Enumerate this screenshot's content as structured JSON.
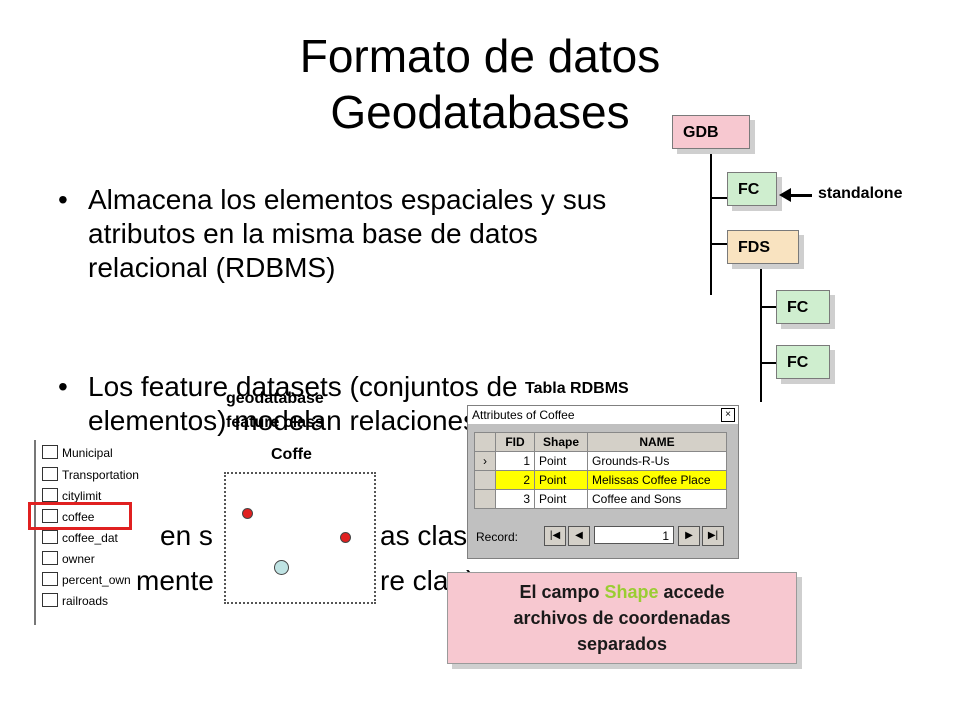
{
  "slide": {
    "title_line1": "Formato de datos",
    "title_line2": "Geodatabases",
    "bullets": [
      "Almacena los elementos espaciales y sus atributos en la misma base de datos relacional (RDBMS)",
      "Los feature datasets (conjuntos de elementos) modelan relaciones espaciales",
      "en sus clases de elementos (feature class)"
    ],
    "bullet3_fragments": [
      "en s",
      "as clas",
      "mente",
      "re cla",
      ")"
    ]
  },
  "tree": {
    "gdb": "GDB",
    "fc": "FC",
    "fds": "FDS",
    "fc_child1": "FC",
    "fc_child2": "FC",
    "standalone_label": "standalone"
  },
  "layers": [
    "Municipal",
    "Transportation",
    "citylimit",
    "coffee",
    "coffee_dat",
    "owner",
    "percent_own",
    "railroads"
  ],
  "map_label": {
    "line1": "geodatabase",
    "line2": "feature class",
    "line3": "Coffe"
  },
  "table_label": "Tabla RDBMS",
  "attr_window": {
    "title": "Attributes of Coffee",
    "close": "×",
    "headers": [
      "FID",
      "Shape",
      "NAME"
    ],
    "rows": [
      {
        "fid": "1",
        "shape": "Point",
        "name": "Grounds-R-Us"
      },
      {
        "fid": "2",
        "shape": "Point",
        "name": "Melissas Coffee Place"
      },
      {
        "fid": "3",
        "shape": "Point",
        "name": "Coffee and Sons"
      }
    ],
    "record_label": "Record:",
    "record_value": "1"
  },
  "callout": {
    "pre": "El campo ",
    "accent": "Shape",
    "post": " accede",
    "line2": "archivos de coordenadas",
    "line3": "separados"
  },
  "colors": {
    "gdb": "#f7c8d0",
    "fc": "#cfeecf",
    "fds": "#f9e3c0",
    "highlight_row": "#ffff00",
    "selected_layer_box": "#e02020",
    "accent_text": "#9acd32"
  }
}
